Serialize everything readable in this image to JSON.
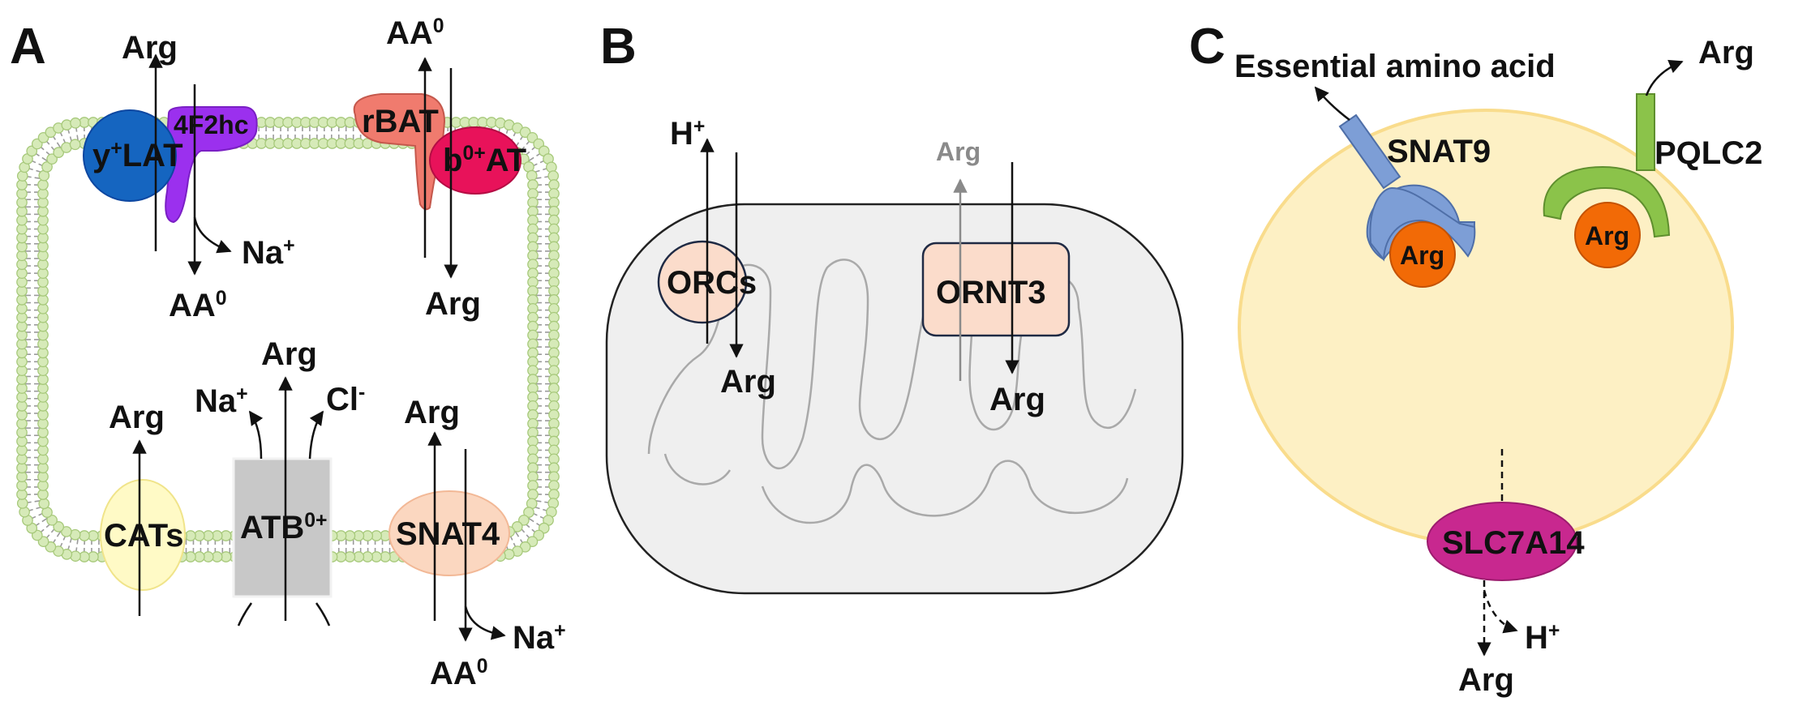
{
  "panels": {
    "a": {
      "letter": "A"
    },
    "b": {
      "letter": "B"
    },
    "c": {
      "letter": "C"
    }
  },
  "panel_a": {
    "y_lat": {
      "base": "y",
      "sup": "+",
      "rest": "LAT"
    },
    "f2hc": "4F2hc",
    "rbat": "rBAT",
    "b0at": {
      "base": "b",
      "sup": "0+",
      "rest": "AT"
    },
    "cats": "CATs",
    "atb": {
      "base": "ATB",
      "sup": "0+"
    },
    "snat4": "SNAT4",
    "arg": "Arg",
    "aa0": {
      "base": "AA",
      "sup": "0"
    },
    "na": {
      "base": "Na",
      "sup": "+"
    },
    "cl": {
      "base": "Cl",
      "sup": "-"
    }
  },
  "panel_b": {
    "h": {
      "base": "H",
      "sup": "+"
    },
    "orcs": "ORCs",
    "ornt3": "ORNT3",
    "arg": "Arg",
    "arg_faint": "Arg"
  },
  "panel_c": {
    "essential": "Essential amino acid",
    "snat9": "SNAT9",
    "pqlc2": "PQLC2",
    "slc7a14": "SLC7A14",
    "arg": "Arg",
    "h": {
      "base": "H",
      "sup": "+"
    }
  },
  "colors": {
    "membrane_head": "#d6eab8",
    "membrane_head_stroke": "#a7c97b",
    "y_lat": "#1565c0",
    "f2hc": "#9b30ee",
    "rbat": "#f07b6e",
    "b0at": "#e8125a",
    "cats": "#fffac6",
    "atb": "#c8c8c8",
    "snat4": "#fbd7c0",
    "mito_fill": "#efefef",
    "orcs": "#fbdccb",
    "lysosome": "#fdf0c4",
    "lysosome_stroke": "#f9dc8c",
    "snat9": "#7d9ed6",
    "pqlc2": "#8bc34a",
    "arg_ball": "#f26a06",
    "slc7a14": "#c8288f",
    "faint_text": "#8a8a8a"
  }
}
